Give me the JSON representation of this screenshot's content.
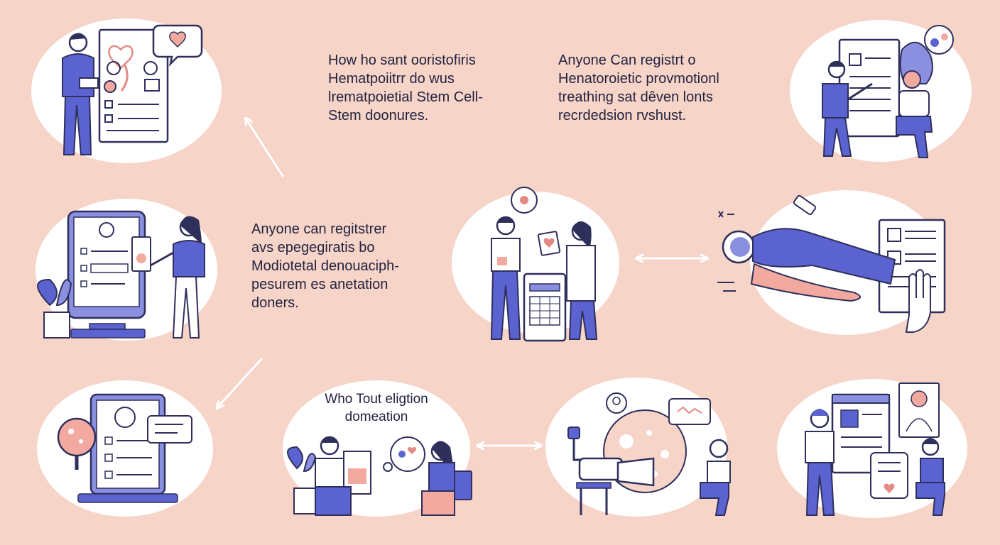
{
  "palette": {
    "background": "#f6d4c8",
    "panel": "#ffffff",
    "primary": "#5b63d0",
    "primary_dark": "#2f2f5c",
    "accent_pink": "#f2a9a0",
    "text": "#23233f"
  },
  "captions": {
    "top_center": {
      "line1": "How ho sant ooristofiris",
      "line2": "Hematpoiitrr do wus",
      "line3": "lrematpoietial Stem Cell-",
      "line4": "Stem doonures."
    },
    "top_right": {
      "line1": "Anyone Can registrt o",
      "line2": "Henatoroietic provmotionl",
      "line3": "treathing sat dêven lonts",
      "line4": "recrdedsion rvshust."
    },
    "middle_left": {
      "line1": "Anyone can regitstrer",
      "line2": "avs epegegiratis bo",
      "line3": "Modiotetal denouaciph-",
      "line4": "pesurem es anetation",
      "line5": "doners."
    },
    "bottom_center": {
      "line1": "Who Tout eligtion",
      "line2": "domeation"
    }
  },
  "icons": {
    "arrow_up": "arrow-up-icon",
    "arrow_down": "arrow-down-left-icon",
    "double_arrow": "double-arrow-icon",
    "heart": "heart-icon",
    "checkbox": "checkbox-icon",
    "blood_cell": "blood-cell-icon",
    "avatar": "avatar-icon",
    "plant": "plant-icon",
    "monitor": "monitor-icon"
  }
}
